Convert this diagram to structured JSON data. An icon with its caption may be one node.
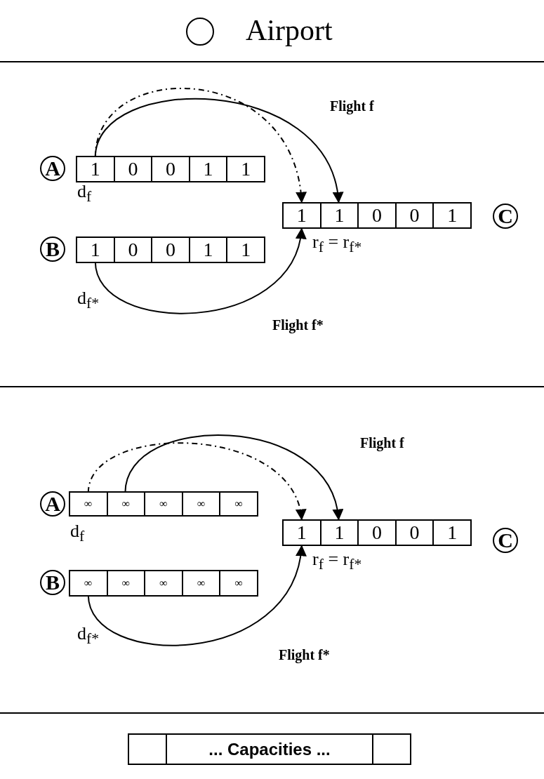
{
  "diagram": {
    "nodes": [
      {
        "text": [
          "A"
        ]
      },
      {
        "text": [],
        "shape": "box",
        "beside": [
          "d$_{f}$"
        ]
      },
      {
        "text": [
          "1"
        ],
        "in": 1
      },
      {
        "text": [
          "0"
        ],
        "in": 1
      },
      {
        "text": [
          "0"
        ],
        "in": 1
      },
      {
        "text": [
          "1"
        ],
        "in": 1
      },
      {
        "text": [
          "1"
        ],
        "in": 1
      },
      {
        "text": [],
        "shape": "box",
        "beside": [
          "r$_{f}$ = r$_{f*}$"
        ]
      },
      {
        "text": [
          "1"
        ],
        "in": 7
      },
      {
        "text": [
          "1"
        ],
        "in": 7
      },
      {
        "text": [
          "0"
        ],
        "in": 7
      },
      {
        "text": [
          "0"
        ],
        "in": 7
      },
      {
        "text": [
          "1"
        ],
        "in": 7
      },
      {
        "text": [
          "C"
        ]
      },
      {
        "text": [
          "B"
        ]
      },
      {
        "text": [],
        "shape": "box",
        "beside": [
          "d$_{f*}$"
        ]
      },
      {
        "text": [
          "1"
        ],
        "in": 15
      },
      {
        "text": [
          "0"
        ],
        "in": 15
      },
      {
        "text": [
          "0"
        ],
        "in": 15
      },
      {
        "text": [
          "1"
        ],
        "in": 15
      },
      {
        "text": [
          "1"
        ],
        "in": 15
      },
      {
        "text": [
          "A"
        ]
      },
      {
        "text": [],
        "shape": "box",
        "beside": [
          "d$_{f}$"
        ]
      },
      {
        "text": [
          "∞"
        ],
        "in": 22
      },
      {
        "text": [
          "∞"
        ],
        "in": 22
      },
      {
        "text": [
          "∞"
        ],
        "in": 22
      },
      {
        "text": [
          "∞"
        ],
        "in": 22
      },
      {
        "text": [
          "∞"
        ],
        "in": 22
      },
      {
        "text": [],
        "shape": "box",
        "beside": [
          "r$_{f}$ = r$_{f*}$"
        ]
      },
      {
        "text": [
          "1"
        ],
        "in": 28
      },
      {
        "text": [
          "1"
        ],
        "in": 28
      },
      {
        "text": [
          "0"
        ],
        "in": 28
      },
      {
        "text": [
          "0"
        ],
        "in": 28
      },
      {
        "text": [
          "1"
        ],
        "in": 28
      },
      {
        "text": [
          "C"
        ]
      },
      {
        "text": [
          "B"
        ]
      },
      {
        "text": [],
        "shape": "box",
        "beside": [
          "d$_{f*}$"
        ]
      },
      {
        "text": [
          "∞"
        ],
        "in": 36
      },
      {
        "text": [
          "∞"
        ],
        "in": 36
      },
      {
        "text": [
          "∞"
        ],
        "in": 36
      },
      {
        "text": [
          "∞"
        ],
        "in": 36
      },
      {
        "text": [
          "∞"
        ],
        "in": 36
      },
      {
        "text": [],
        "shape": "box"
      },
      {
        "text": [
          "... Capacities ..."
        ]
      },
      {
        "text": [],
        "shape": "box"
      }
    ],
    "edges": [
      {
        "from": 2,
        "to": 9,
        "arrow": "to",
        "label": "Flight f"
      },
      {
        "from": 2,
        "to": 8,
        "arrow": "to",
        "style": "dashed"
      },
      {
        "from": 16,
        "to": 8,
        "arrow": "to",
        "label": "Flight f*"
      },
      {
        "from": 23,
        "to": 29,
        "arrow": "to",
        "style": "dashed"
      },
      {
        "from": 24,
        "to": 30,
        "arrow": "to",
        "label": "Flight f"
      },
      {
        "from": 37,
        "to": 29,
        "arrow": "to",
        "label": "Flight f*"
      }
    ],
    "legend": [
      {
        "text": "Airport"
      }
    ]
  }
}
